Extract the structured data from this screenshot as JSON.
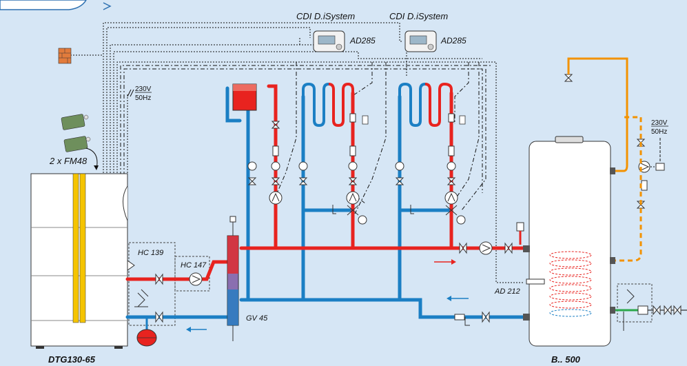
{
  "labels": {
    "cdi_1": "CDI D.iSystem",
    "cdi_2": "CDI D.iSystem",
    "ad285_1": "AD285",
    "ad285_2": "AD285",
    "voltage_left": "230V",
    "freq_left": "50Hz",
    "voltage_right": "230V",
    "freq_right": "50Hz",
    "modules": "2 x FM48",
    "hc139": "HC 139",
    "hc147": "HC 147",
    "gv45": "GV 45",
    "ad212": "AD 212",
    "boiler": "DTG130-65",
    "tank": "B.. 500"
  },
  "colors": {
    "background": "#d6e6f5",
    "supply": "#e8231f",
    "return": "#1b7fc4",
    "dhw": "#f39200",
    "control": "#111111",
    "boiler_accent": "#f5c400"
  }
}
